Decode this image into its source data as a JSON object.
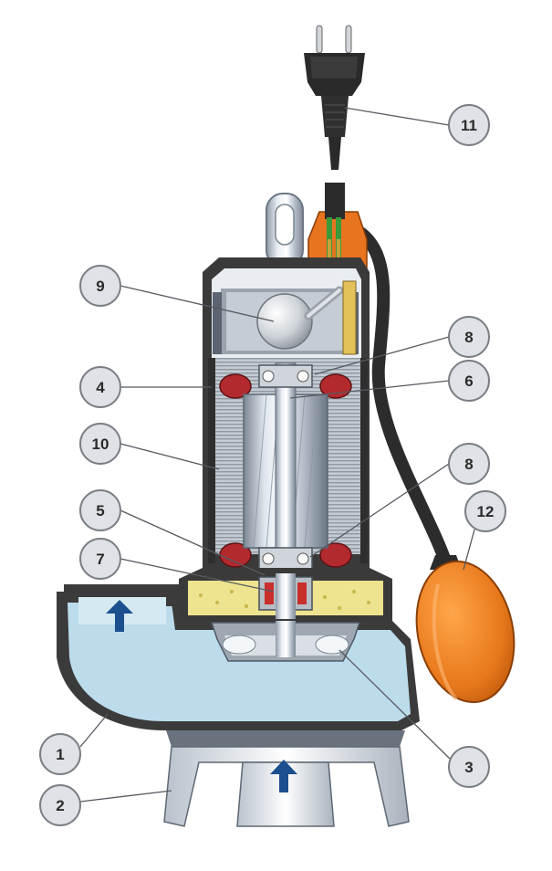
{
  "diagram": {
    "callouts": [
      {
        "id": "c11",
        "label": "11"
      },
      {
        "id": "c9",
        "label": "9"
      },
      {
        "id": "c8a",
        "label": "8"
      },
      {
        "id": "c4",
        "label": "4"
      },
      {
        "id": "c6",
        "label": "6"
      },
      {
        "id": "c10",
        "label": "10"
      },
      {
        "id": "c8b",
        "label": "8"
      },
      {
        "id": "c5",
        "label": "5"
      },
      {
        "id": "c12",
        "label": "12"
      },
      {
        "id": "c7",
        "label": "7"
      },
      {
        "id": "c1",
        "label": "1"
      },
      {
        "id": "c3",
        "label": "3"
      },
      {
        "id": "c2",
        "label": "2"
      }
    ],
    "colors": {
      "water": "#bcdcec",
      "oil": "#eee38e",
      "float": "#e87a1e",
      "metal_dark": "#3d3d3d",
      "winding": "#b3262b",
      "arrow": "#1b4f8e",
      "callout_fill": "#dfe2e6",
      "callout_stroke": "#7b7f84"
    }
  }
}
